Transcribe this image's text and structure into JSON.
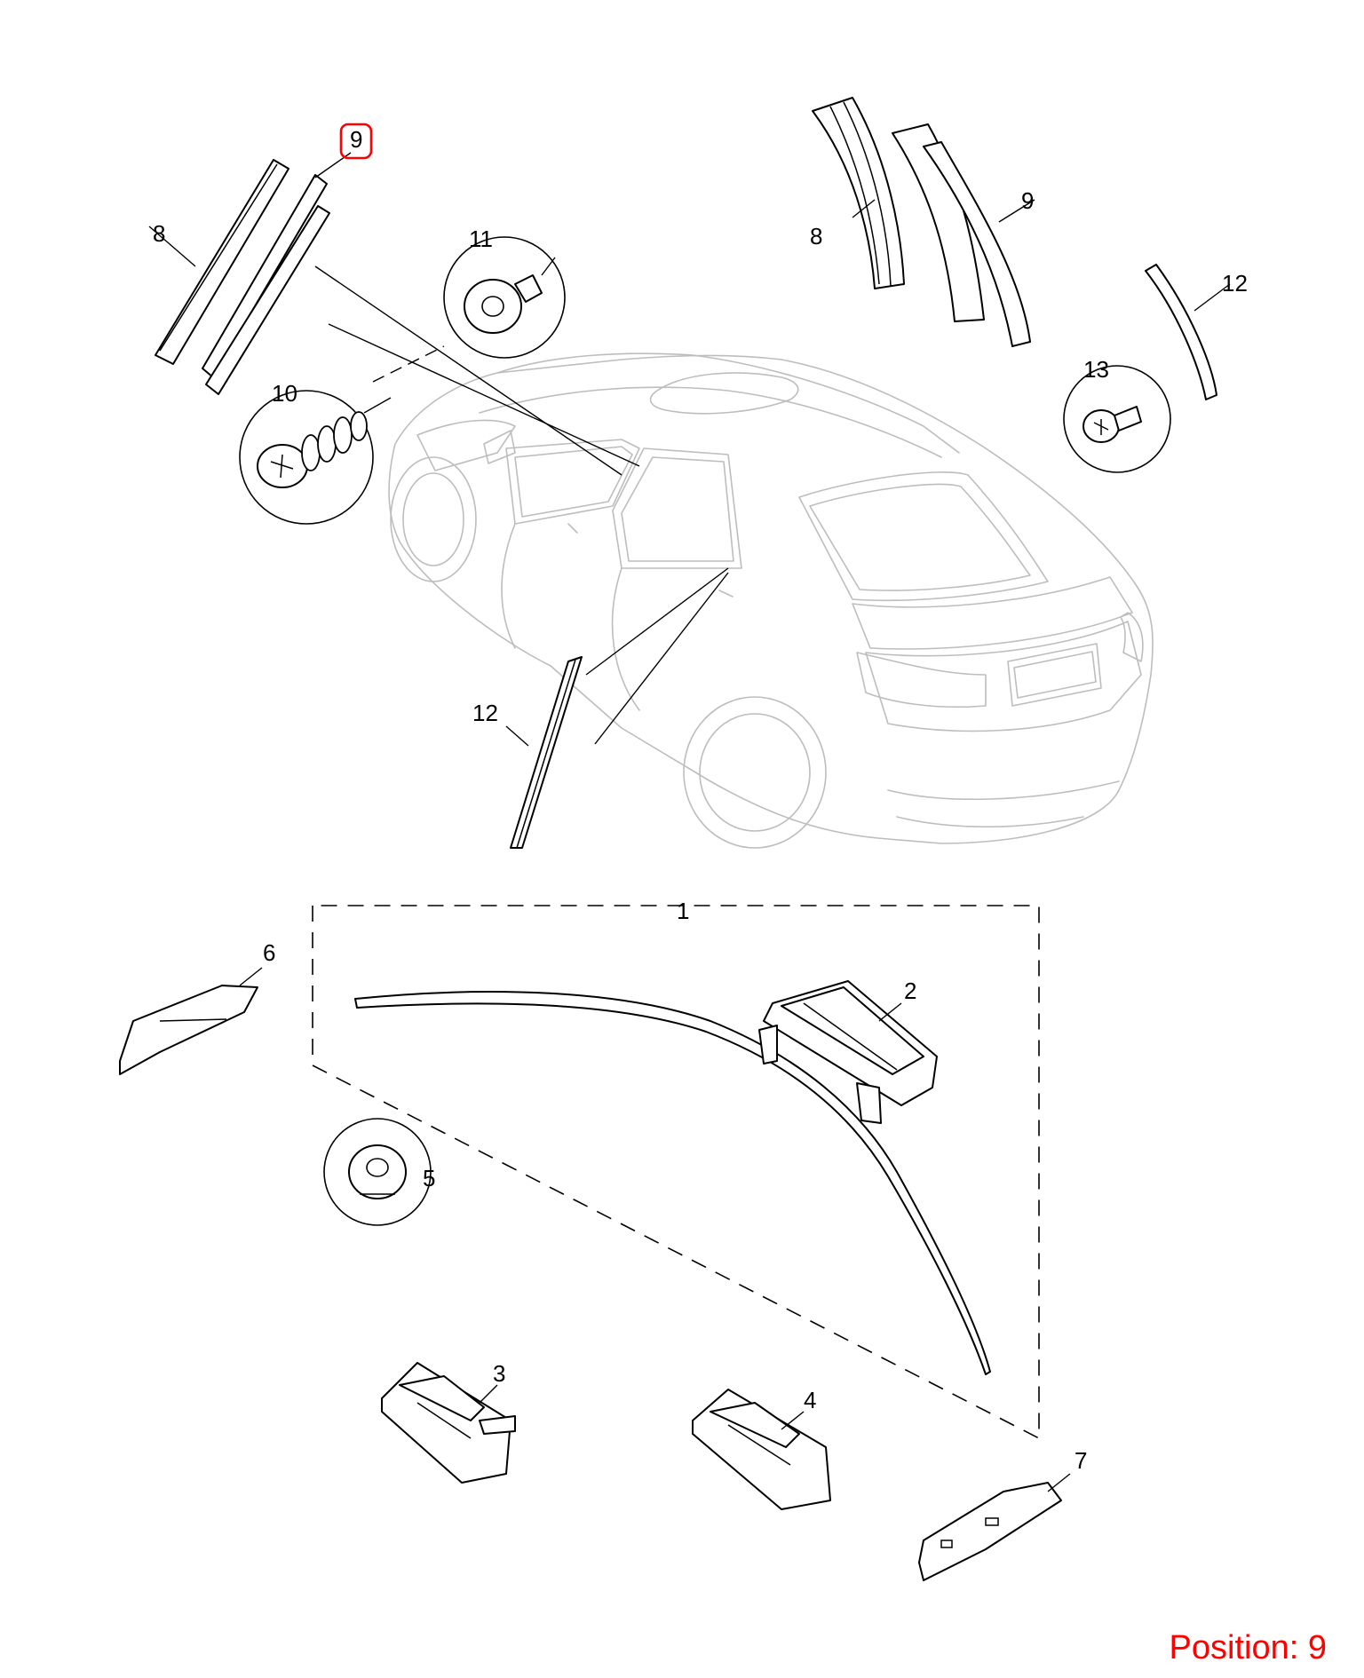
{
  "position_label": "Position: 9",
  "highlight_color": "#ff0000",
  "callouts": {
    "c1": "1",
    "c2": "2",
    "c3": "3",
    "c4": "4",
    "c5": "5",
    "c6": "6",
    "c7": "7",
    "c8_left": "8",
    "c8_right": "8",
    "c9_left": "9",
    "c9_right": "9",
    "c10": "10",
    "c11": "11",
    "c12_top": "12",
    "c12_mid": "12",
    "c13": "13"
  },
  "highlighted_callout": "9"
}
